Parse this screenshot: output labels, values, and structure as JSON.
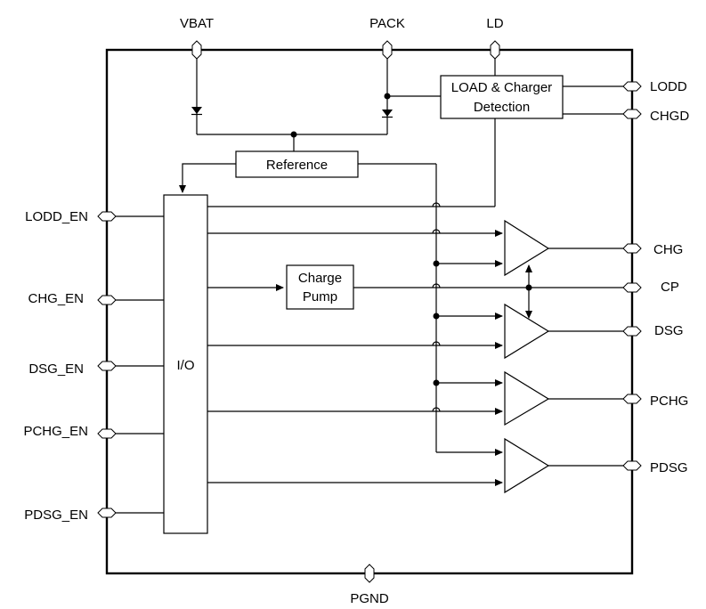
{
  "pins": {
    "top": [
      "VBAT",
      "PACK",
      "LD"
    ],
    "left": [
      "LODD_EN",
      "CHG_EN",
      "DSG_EN",
      "PCHG_EN",
      "PDSG_EN"
    ],
    "right": [
      "LODD",
      "CHGD",
      "CHG",
      "CP",
      "DSG",
      "PCHG",
      "PDSG"
    ],
    "bottom": [
      "PGND"
    ]
  },
  "blocks": {
    "detection_line1": "LOAD & Charger",
    "detection_line2": "Detection",
    "reference": "Reference",
    "charge_pump_line1": "Charge",
    "charge_pump_line2": "Pump",
    "io": "I/O"
  }
}
